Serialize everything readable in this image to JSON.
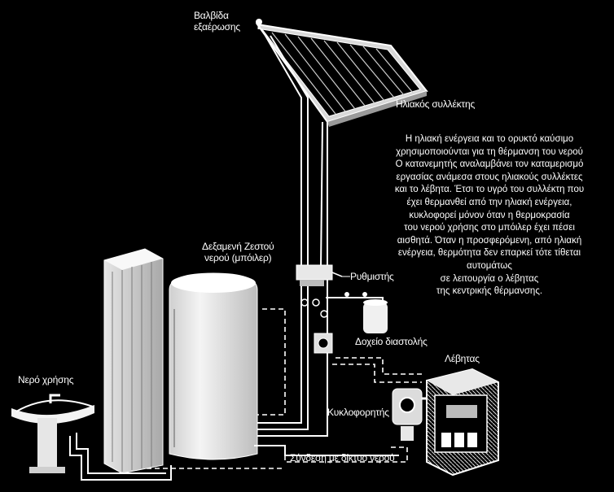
{
  "labels": {
    "valve": [
      "Βαλβίδα",
      "εξαέρωσης"
    ],
    "collector": "Ηλιακός συλλέκτης",
    "tank": [
      "Δεξαμενή Ζεστού",
      "νερού (μπόιλερ)"
    ],
    "controller": "Ρυθμιστής",
    "expansion": "Δοχείο διαστολής",
    "boiler": "Λέβητας",
    "pump": "Κυκλοφορητής",
    "water_use": "Νερό χρήσης",
    "mains": "Σύνδεση με δίκτυο νερού"
  },
  "description": [
    "Η ηλιακή ενέργεια και το ορυκτό καύσιμο",
    "χρησιμοποιούνται για τη θέρμανση του νερού",
    "Ο κατανεμητής αναλαμβάνει τον καταμερισμό",
    "εργασίας ανάμεσα στους ηλιακούς συλλέκτες",
    "και το λέβητα. Έτσι το υγρό του συλλέκτη που",
    "έχει θερμανθεί από την ηλιακή ενέργεια,",
    "κυκλοφορεί μόνον όταν η θερμοκρασία",
    "του νερού χρήσης στο μπόιλερ έχει πέσει",
    "αισθητά. Όταν η προσφερόμενη, από ηλιακή",
    "ενέργεια, θερμότητα δεν επαρκεί τότε τίθεται",
    "αυτομάτως",
    "σε λειτουργία ο λέβητας",
    "της κεντρικής θέρμανσης."
  ],
  "colors": {
    "background": "#000000",
    "line": "#ffffff"
  }
}
